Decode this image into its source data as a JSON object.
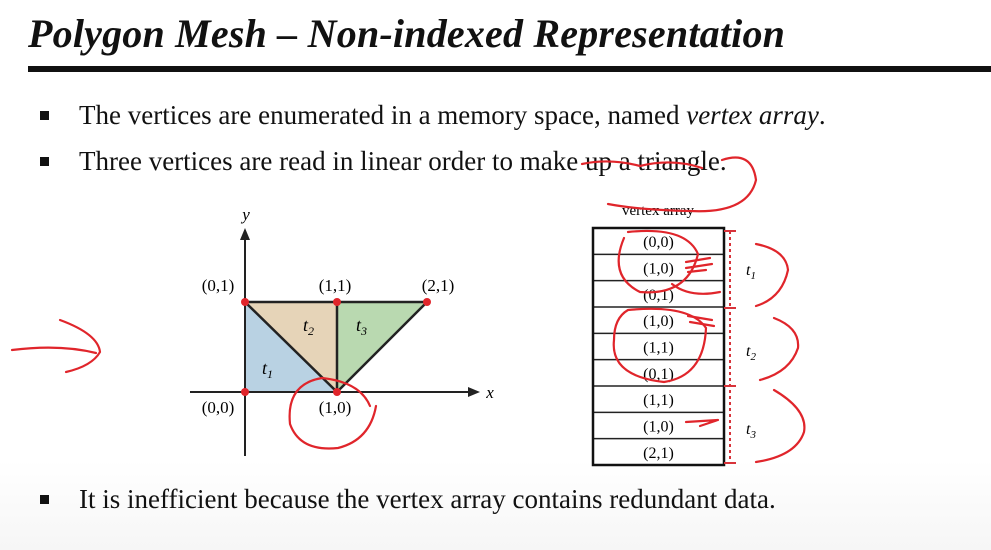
{
  "title": "Polygon Mesh – Non-indexed Representation",
  "bullets": [
    {
      "pre": "The vertices are enumerated in a memory space, named ",
      "em": "vertex array",
      "post": "."
    },
    {
      "text": "Three vertices are read in linear order to make up a triangle."
    },
    {
      "text": "It is inefficient because the vertex array contains redundant data."
    }
  ],
  "graph": {
    "y_axis": "y",
    "x_axis": "x",
    "points": [
      {
        "label": "(0,1)"
      },
      {
        "label": "(1,1)"
      },
      {
        "label": "(2,1)"
      },
      {
        "label": "(0,0)"
      },
      {
        "label": "(1,0)"
      }
    ],
    "triangles": [
      {
        "label": "t",
        "sub": "1",
        "color": "#b9d2e3"
      },
      {
        "label": "t",
        "sub": "2",
        "color": "#e6d4b8"
      },
      {
        "label": "t",
        "sub": "3",
        "color": "#b9d9b0"
      }
    ]
  },
  "vertex_array": {
    "label": "vertex array",
    "entries": [
      "(0,0)",
      "(1,0)",
      "(0,1)",
      "(1,0)",
      "(1,1)",
      "(0,1)",
      "(1,1)",
      "(1,0)",
      "(2,1)"
    ],
    "groups": [
      {
        "label": "t",
        "sub": "1"
      },
      {
        "label": "t",
        "sub": "2"
      },
      {
        "label": "t",
        "sub": "3"
      }
    ]
  },
  "colors": {
    "annotation": "#e0252b",
    "point": "#e0252b"
  }
}
